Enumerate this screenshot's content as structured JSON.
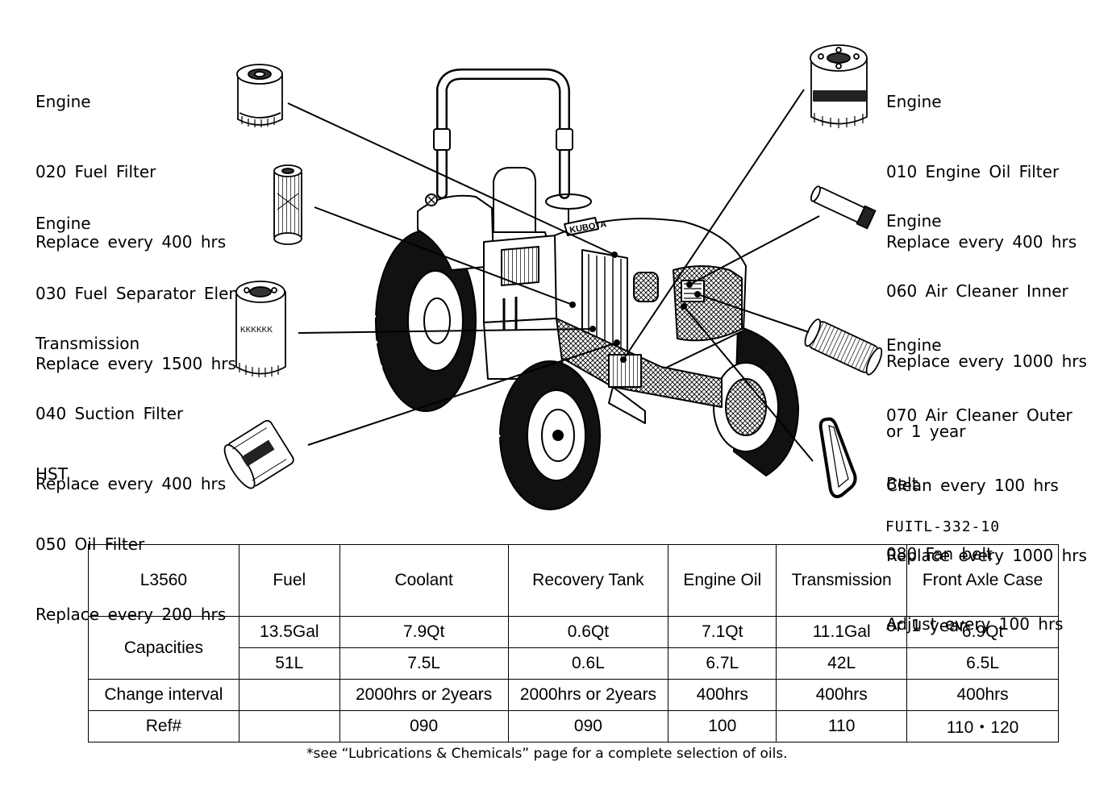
{
  "callouts": {
    "fuel_filter": [
      "Engine",
      "020 Fuel Filter",
      "Replace every 400 hrs"
    ],
    "fuel_separator": [
      "Engine",
      "030 Fuel Separator Element",
      "Replace every 1500 hrs"
    ],
    "suction_filter": [
      "Transmission",
      "040 Suction Filter",
      "Replace every 400 hrs"
    ],
    "hst_oil_filter": [
      "HST",
      "050 Oil Filter",
      "Replace every 200 hrs"
    ],
    "engine_oil_filter": [
      "Engine",
      "010 Engine Oil Filter",
      "Replace every 400 hrs"
    ],
    "air_cleaner_inner": [
      "Engine",
      "060 Air Cleaner Inner",
      "Replace every 1000 hrs",
      "or 1 year"
    ],
    "air_cleaner_outer": [
      "Engine",
      "070 Air Cleaner Outer",
      "Clean every 100 hrs",
      "Replace every 1000 hrs",
      "or 1 year"
    ],
    "fan_belt": [
      "Belt",
      "080 Fan belt",
      "Adjust every 100 hrs"
    ]
  },
  "figure_code": "FUITL-332-10",
  "capacity_table": {
    "model": "L3560",
    "columns": [
      "Fuel",
      "Coolant",
      "Recovery Tank",
      "Engine Oil",
      "Transmission",
      "Front Axle Case"
    ],
    "capacities_label": "Capacities",
    "capacities_us": [
      "13.5Gal",
      "7.9Qt",
      "0.6Qt",
      "7.1Qt",
      "11.1Gal",
      "6.9Qt"
    ],
    "capacities_metric": [
      "51L",
      "7.5L",
      "0.6L",
      "6.7L",
      "42L",
      "6.5L"
    ],
    "change_interval_label": "Change interval",
    "change_interval": [
      "",
      "2000hrs or 2years",
      "2000hrs or 2years",
      "400hrs",
      "400hrs",
      "400hrs"
    ],
    "ref_label": "Ref#",
    "ref": [
      "",
      "090",
      "090",
      "100",
      "110",
      "110・120"
    ]
  },
  "footnote": "*see “Lubrications & Chemicals” page for a complete selection of oils.",
  "brand_marks": {
    "filter_print": "KKKKKK",
    "tractor_badge": "KUBOTA"
  }
}
